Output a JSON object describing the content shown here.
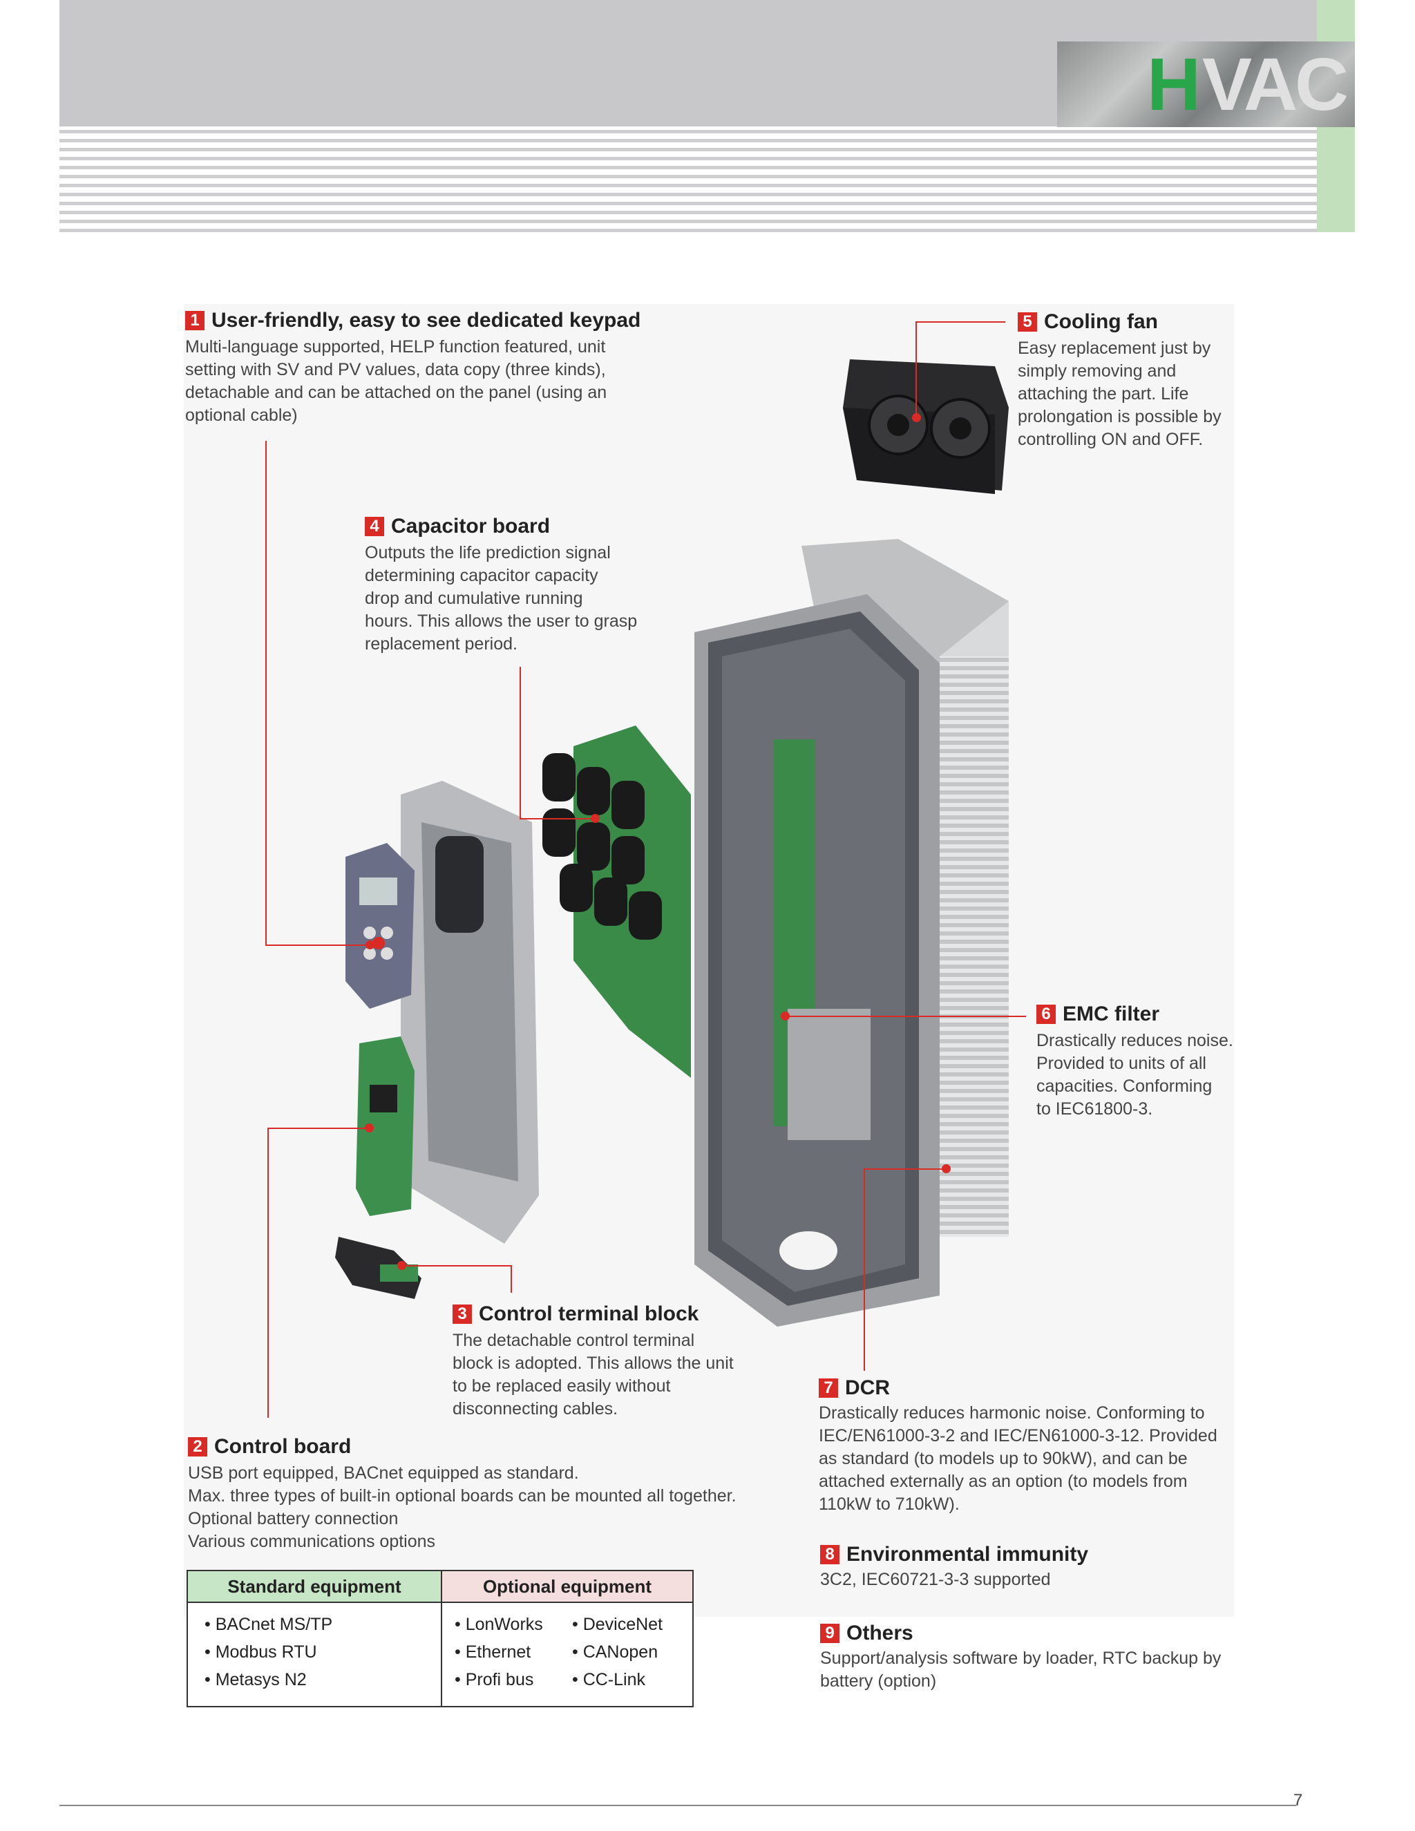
{
  "header": {
    "logo_h": "H",
    "logo_vac": "VAC"
  },
  "features": {
    "f1": {
      "num": "1",
      "title": "User-friendly, easy to see dedicated keypad",
      "body": "Multi-language supported, HELP function featured, unit\nsetting with SV and PV values, data copy (three kinds),\ndetachable and can be attached on the panel (using an\noptional cable)"
    },
    "f2": {
      "num": "2",
      "title": "Control board",
      "body": "USB port equipped, BACnet equipped as standard.\nMax. three types of built-in optional boards can be mounted all together.\nOptional battery connection\nVarious communications options"
    },
    "f3": {
      "num": "3",
      "title": "Control terminal block",
      "body": "The detachable control terminal\nblock is adopted. This allows the unit\nto be replaced easily without\ndisconnecting cables."
    },
    "f4": {
      "num": "4",
      "title": "Capacitor board",
      "body": "Outputs the life prediction signal\ndetermining capacitor capacity\ndrop and cumulative running\nhours. This allows the user to grasp\nreplacement period."
    },
    "f5": {
      "num": "5",
      "title": "Cooling fan",
      "body": "Easy replacement just by\nsimply removing and\nattaching the part. Life\nprolongation is possible by\ncontrolling ON and OFF."
    },
    "f6": {
      "num": "6",
      "title": "EMC filter",
      "body": "Drastically reduces noise.\nProvided to units of all\ncapacities. Conforming\nto IEC61800-3."
    },
    "f7": {
      "num": "7",
      "title": "DCR",
      "body": "Drastically reduces harmonic noise. Conforming to\nIEC/EN61000-3-2 and IEC/EN61000-3-12. Provided\nas standard (to models up to 90kW), and can be\nattached externally as an option (to models from\n110kW to 710kW)."
    },
    "f8": {
      "num": "8",
      "title": "Environmental immunity",
      "body": "3C2, IEC60721-3-3 supported"
    },
    "f9": {
      "num": "9",
      "title": "Others",
      "body": "Support/analysis software by loader, RTC backup by\nbattery (option)"
    }
  },
  "table": {
    "headers": [
      "Standard equipment",
      "Optional equipment"
    ],
    "standard": [
      "BACnet MS/TP",
      "Modbus RTU",
      "Metasys N2"
    ],
    "optional_col1": [
      "LonWorks",
      "Ethernet",
      "Profi bus"
    ],
    "optional_col2": [
      "DeviceNet",
      "CANopen",
      "CC-Link"
    ]
  },
  "footer": {
    "page_number": "7"
  },
  "colors": {
    "accent_red": "#d92a25",
    "header_green": "#c3e0bd",
    "logo_green": "#29a64a"
  }
}
